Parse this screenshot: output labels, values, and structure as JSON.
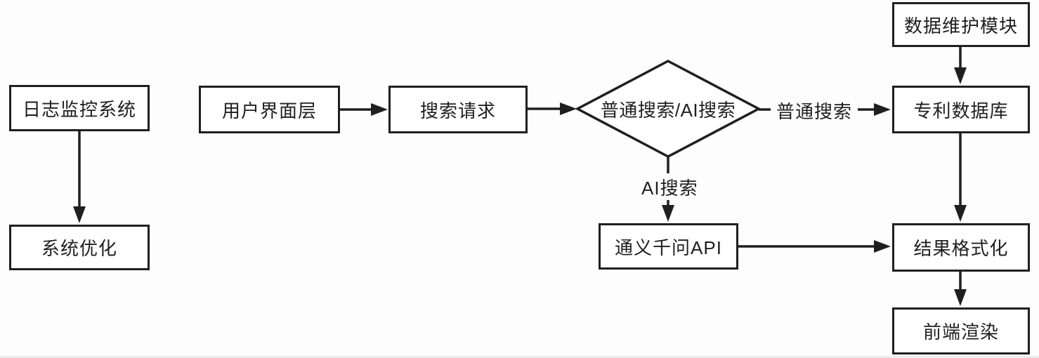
{
  "diagram": {
    "type": "flowchart",
    "colors": {
      "line": "#1f1f1f",
      "box_border": "#1f1f1f",
      "box_fill": "#ffffff",
      "background": "#fdfdfd"
    },
    "nodes": {
      "log_monitor": {
        "label": "日志监控系统",
        "shape": "rect"
      },
      "system_optimize": {
        "label": "系统优化",
        "shape": "rect"
      },
      "ui_layer": {
        "label": "用户界面层",
        "shape": "rect"
      },
      "search_request": {
        "label": "搜索请求",
        "shape": "rect"
      },
      "search_decision": {
        "label": "普通搜索/AI搜索",
        "shape": "diamond"
      },
      "data_maintenance": {
        "label": "数据维护模块",
        "shape": "rect"
      },
      "patent_db": {
        "label": "专利数据库",
        "shape": "rect"
      },
      "qwen_api": {
        "label": "通义千问API",
        "shape": "rect"
      },
      "result_format": {
        "label": "结果格式化",
        "shape": "rect"
      },
      "frontend_render": {
        "label": "前端渲染",
        "shape": "rect"
      }
    },
    "edges": [
      {
        "from": "log_monitor",
        "to": "system_optimize",
        "label": ""
      },
      {
        "from": "ui_layer",
        "to": "search_request",
        "label": ""
      },
      {
        "from": "search_request",
        "to": "search_decision",
        "label": ""
      },
      {
        "from": "search_decision",
        "to": "patent_db",
        "label": "普通搜索"
      },
      {
        "from": "search_decision",
        "to": "qwen_api",
        "label": "AI搜索"
      },
      {
        "from": "qwen_api",
        "to": "result_format",
        "label": ""
      },
      {
        "from": "data_maintenance",
        "to": "patent_db",
        "label": ""
      },
      {
        "from": "patent_db",
        "to": "result_format",
        "label": ""
      },
      {
        "from": "result_format",
        "to": "frontend_render",
        "label": ""
      }
    ],
    "edge_labels": {
      "normal_search": "普通搜索",
      "ai_search": "AI搜索"
    }
  }
}
